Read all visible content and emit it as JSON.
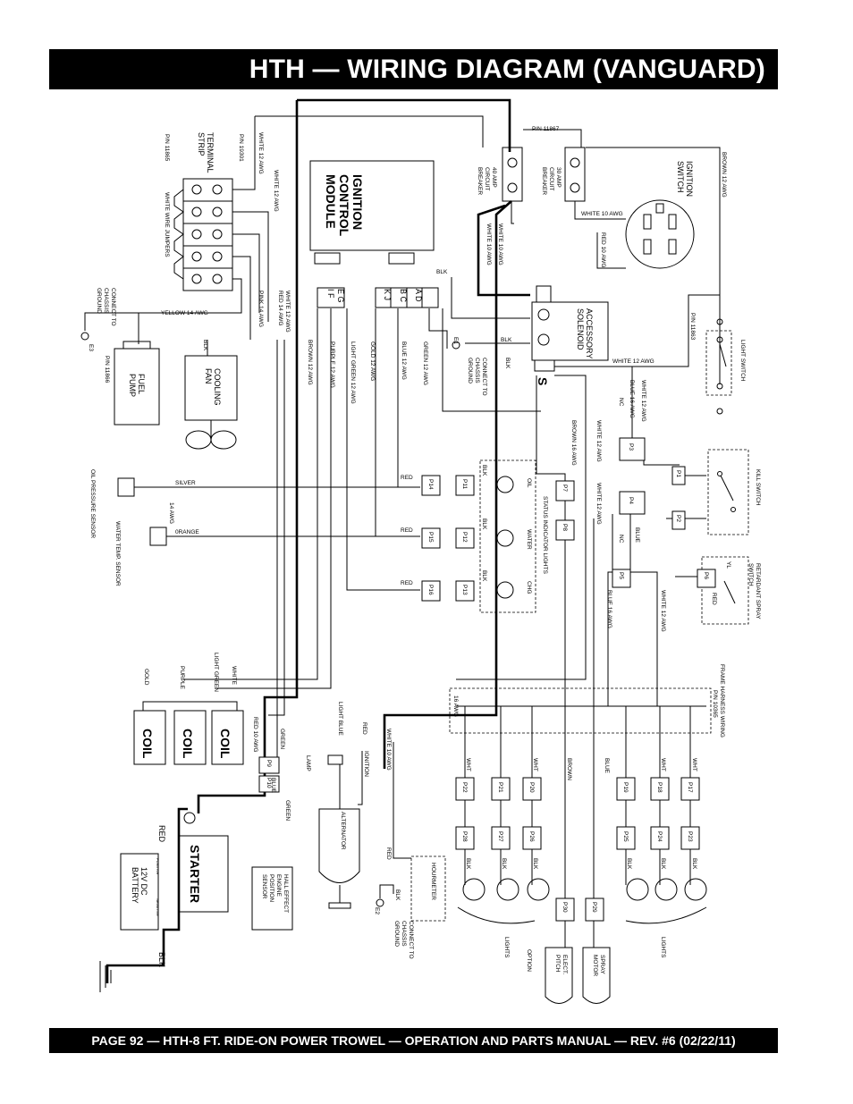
{
  "header": {
    "title": "HTH — WIRING DIAGRAM (VANGUARD)"
  },
  "footer": {
    "text": "PAGE 92 — HTH-8 FT.   RIDE-ON POWER TROWEL — OPERATION AND PARTS MANUAL — REV. #6 (02/22/11)"
  },
  "diagram": {
    "ignition_module": {
      "line1": "IGNITION",
      "line2": "CONTROL",
      "line3": "MODULE"
    },
    "module_pins": [
      "E G",
      "I F",
      "K J",
      "B C",
      "A D"
    ],
    "terminal_strip": {
      "label1": "TERMINAL",
      "label2": "STRIP",
      "pn": "P/N 11865",
      "pn2": "P/N 19301",
      "jumpers": "WHITE WIRE JUMPERS"
    },
    "breakers": {
      "amp40_1": "40 AMP",
      "amp40_2": "CIRCUIT",
      "amp40_3": "BREAKER",
      "amp30_1": "30 AMP",
      "amp30_2": "CIRCUIT",
      "amp30_3": "BREAKER",
      "pn": "P/N 11867"
    },
    "ignition_switch": {
      "line1": "IGNITION",
      "line2": "SWITCH"
    },
    "accessory_solenoid": {
      "line1": "ACCESSORY",
      "line2": "SOLENOID",
      "s": "S"
    },
    "light_switch": {
      "label": "LIGHT SWITCH",
      "pn": "P/N 11863"
    },
    "kill_switch": {
      "label": "KILL SWITCH"
    },
    "retardant": {
      "line1": "RETARDANT SPRAY",
      "line2": "SWITCH",
      "yl": "YL",
      "red": "RED"
    },
    "status_lights": {
      "label": "STATUS INDICATOR LIGHTS",
      "oil": "OIL",
      "water": "WATER",
      "chg": "CHG"
    },
    "sensors": {
      "oil": "OIL PRESSURE SENSOR",
      "water": "WATER TEMP. SENSOR",
      "silver": "SILVER",
      "orange": "0RANGE",
      "awg": "14 AWG"
    },
    "fuel_pump": {
      "line1": "FUEL",
      "line2": "PUMP",
      "pn": "P/N 11866"
    },
    "cooling_fan": {
      "line1": "COOLING",
      "line2": "FAN"
    },
    "ground": {
      "line1": "CONNECT TO",
      "line2": "CHASSIS",
      "line3": "GROUND",
      "e1": "E1",
      "e2": "E2",
      "e3": "E3"
    },
    "coils": [
      "COIL",
      "COIL",
      "COIL"
    ],
    "coil_wires": [
      "GOLD",
      "PURPLE",
      "LIGHT GREEN",
      "WHITE"
    ],
    "starter": "STARTER",
    "battery": {
      "line1": "12V DC",
      "line2": "BATTERY",
      "pos": "POSITIVE",
      "neg": "NEGATIVE",
      "red": "RED",
      "blk": "BLK"
    },
    "hall_sensor": {
      "line1": "HALL EFFECT",
      "line2": "ENGINE",
      "line3": "POSITION",
      "line4": "SENSOR"
    },
    "alternator": "ALTERNATOR",
    "hourmeter": "HOURMETER",
    "lamp": "LAMP",
    "frame_harness": {
      "line1": "FRAME HARNESS WIRING",
      "pn": "P/N 10365"
    },
    "lights_label": "LIGHTS",
    "option": "OPTION",
    "elect_pitch": {
      "line1": "ELECT.",
      "line2": "PITCH"
    },
    "spray_motor": {
      "line1": "SPRAY",
      "line2": "MOTOR"
    },
    "plugs": [
      "P1",
      "P2",
      "P3",
      "P4",
      "P5",
      "P6",
      "P7",
      "P8",
      "P9",
      "P10",
      "P11",
      "P12",
      "P13",
      "P14",
      "P15",
      "P16",
      "P17",
      "P18",
      "P19",
      "P20",
      "P21",
      "P22",
      "P23",
      "P24",
      "P25",
      "P26",
      "P27",
      "P28",
      "P29",
      "P30"
    ],
    "wire_labels": {
      "white12": "WHITE 12 AWG",
      "white10": "WHITE 10 AWG",
      "red10": "RED 10 AWG",
      "red14": "RED 14 AWG",
      "pink14": "PINK 14 AWG",
      "yellow14": "YELLOW 14 AWG",
      "brown12": "BROWN 12 AWG",
      "brown16": "BROWN 16 AWG",
      "purple12": "PURPLE 12 AWG",
      "lgreen12": "LIGHT GREEN 12 AWG",
      "gold12": "GOLD 12 AWG",
      "blue12": "BLUE 12 AWG",
      "green12": "GREEN 12 AWG",
      "blue16": "BLUE 16 AWG",
      "awg16": "16 AWG",
      "blk": "BLK",
      "red": "RED",
      "nc": "NC",
      "blue": "BLUE",
      "green": "GREEN",
      "lblue": "LIGHT BLUE",
      "ignition": "IGNITION",
      "wht": "WHT",
      "brown": "BROWN"
    }
  }
}
